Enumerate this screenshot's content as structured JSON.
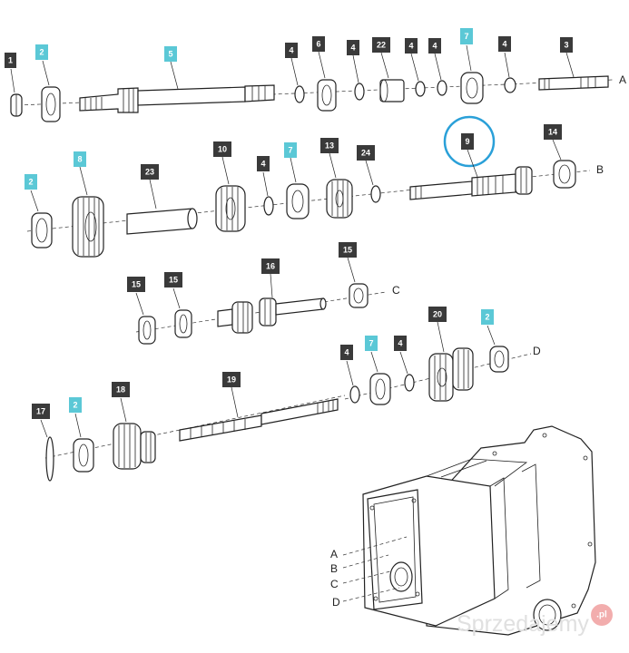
{
  "colors": {
    "dark_tag": "#3a3a3a",
    "cyan_tag": "#5bc8d6",
    "highlight_circle": "#2aa0d8",
    "line": "#222222"
  },
  "tags": {
    "r1_1": "1",
    "r1_2": "2",
    "r1_5": "5",
    "r1_4a": "4",
    "r1_6": "6",
    "r1_4b": "4",
    "r1_22": "22",
    "r1_4c": "4",
    "r1_4d": "4",
    "r1_7": "7",
    "r1_4e": "4",
    "r1_3": "3",
    "r2_2": "2",
    "r2_8": "8",
    "r2_23": "23",
    "r2_10": "10",
    "r2_4": "4",
    "r2_7": "7",
    "r2_13": "13",
    "r2_24": "24",
    "r2_9": "9",
    "r2_14": "14",
    "r3_15a": "15",
    "r3_15b": "15",
    "r3_16": "16",
    "r3_15c": "15",
    "r4_4a": "4",
    "r4_7": "7",
    "r4_4b": "4",
    "r4_20": "20",
    "r4_2": "2",
    "r5_17": "17",
    "r5_2": "2",
    "r5_18": "18",
    "r5_19": "19"
  },
  "axis_letters": {
    "a": "A",
    "b": "B",
    "c": "C",
    "d": "D",
    "h_a": "A",
    "h_b": "B",
    "h_c": "C",
    "h_d": "D"
  },
  "watermark": {
    "text": "Sprzedajemy",
    "suffix": ".pl"
  }
}
